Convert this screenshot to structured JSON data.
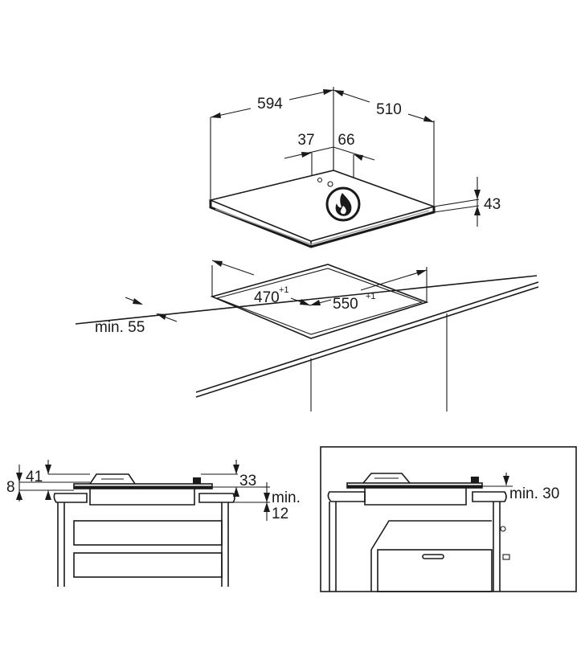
{
  "top_view": {
    "hob_width": "594",
    "hob_depth": "510",
    "gas_offset_left": "37",
    "gas_offset_right": "66",
    "hob_height": "43",
    "cutout_depth": "470",
    "cutout_depth_tol": "+1",
    "cutout_width": "550",
    "cutout_width_tol": "+1",
    "edge_distance": "min. 55",
    "gas_icon": "gas-flame-icon"
  },
  "side_view_left": {
    "dim_41": "41",
    "dim_8": "8",
    "dim_33": "33",
    "dim_min": "min.",
    "dim_12": "12"
  },
  "side_view_right": {
    "dim_min30": "min. 30"
  }
}
